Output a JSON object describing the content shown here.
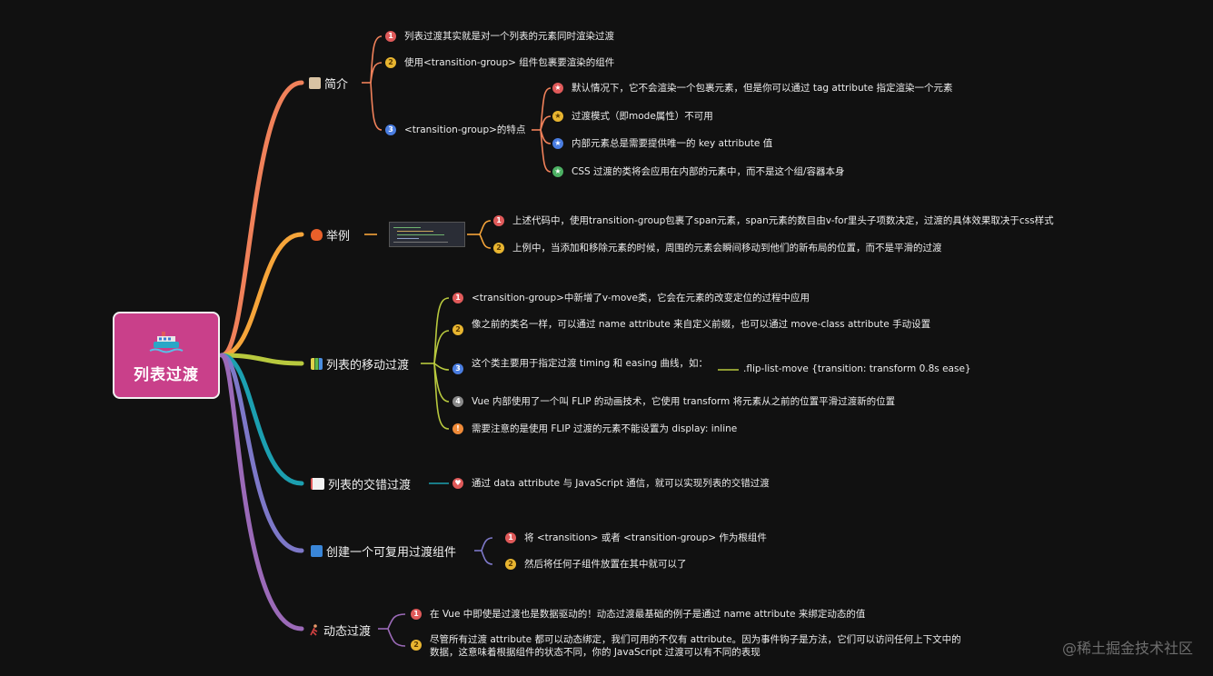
{
  "root": {
    "title": "列表过渡"
  },
  "branches": [
    {
      "title": "简介",
      "items": [
        {
          "badge": "1",
          "text": "列表过渡其实就是对一个列表的元素同时渲染过渡"
        },
        {
          "badge": "2",
          "text": "使用<transition-group> 组件包裹要渲染的组件"
        },
        {
          "badge": "3",
          "text": "<transition-group>的特点",
          "children": [
            {
              "badge": "★",
              "text": "默认情况下，它不会渲染一个包裹元素，但是你可以通过 tag attribute 指定渲染一个元素"
            },
            {
              "badge": "★",
              "text": "过渡模式（即mode属性）不可用"
            },
            {
              "badge": "★",
              "text": "内部元素总是需要提供唯一的 key attribute 值"
            },
            {
              "badge": "★",
              "text": "CSS 过渡的类将会应用在内部的元素中，而不是这个组/容器本身"
            }
          ]
        }
      ]
    },
    {
      "title": "举例",
      "items": [
        {
          "badge": "1",
          "text": "上述代码中，使用transition-group包裹了span元素，span元素的数目由v-for里头子项数决定，过渡的具体效果取决于css样式"
        },
        {
          "badge": "2",
          "text": "上例中，当添加和移除元素的时候，周围的元素会瞬间移动到他们的新布局的位置，而不是平滑的过渡"
        }
      ]
    },
    {
      "title": "列表的移动过渡",
      "items": [
        {
          "badge": "1",
          "text": "<transition-group>中新增了v-move类，它会在元素的改变定位的过程中应用"
        },
        {
          "badge": "2",
          "text": "像之前的类名一样，可以通过 name attribute 来自定义前缀，也可以通过 move-class attribute 手动设置"
        },
        {
          "badge": "3",
          "text": "这个类主要用于指定过渡 timing 和 easing 曲线，如：",
          "child": ".flip-list-move {transition: transform 0.8s ease}"
        },
        {
          "badge": "4",
          "text": "Vue 内部使用了一个叫 FLIP 的动画技术，它使用 transform 将元素从之前的位置平滑过渡新的位置"
        },
        {
          "badge": "!",
          "text": "需要注意的是使用 FLIP 过渡的元素不能设置为 display: inline"
        }
      ]
    },
    {
      "title": "列表的交错过渡",
      "items": [
        {
          "badge": "♥",
          "text": "通过 data attribute 与 JavaScript 通信，就可以实现列表的交错过渡"
        }
      ]
    },
    {
      "title": "创建一个可复用过渡组件",
      "items": [
        {
          "badge": "1",
          "text": "将 <transition> 或者 <transition-group> 作为根组件"
        },
        {
          "badge": "2",
          "text": "然后将任何子组件放置在其中就可以了"
        }
      ]
    },
    {
      "title": "动态过渡",
      "items": [
        {
          "badge": "1",
          "text": "在 Vue 中即使是过渡也是数据驱动的！动态过渡最基础的例子是通过 name attribute 来绑定动态的值"
        },
        {
          "badge": "2",
          "text": "尽管所有过渡 attribute 都可以动态绑定，我们可用的不仅有 attribute。因为事件钩子是方法，它们可以访问任何上下文中的数据，这意味着根据组件的状态不同，你的 JavaScript 过渡可以有不同的表现"
        }
      ]
    }
  ],
  "icons": {
    "root": "ship-icon",
    "b0": "person-icon",
    "b1": "fire-icon",
    "b2": "bar-chart-icon",
    "b3": "line-chart-icon",
    "b4": "refresh-icon",
    "b5": "runner-icon"
  },
  "watermark": "@稀土掘金技术社区",
  "colors": {
    "background": "#111111",
    "root": "#c9408a",
    "b0": "#f0815a",
    "b1": "#f6a53a",
    "b2": "#b8c93e",
    "b3": "#1c9fb0",
    "b4": "#7d78c8",
    "b5": "#9b6ab8"
  }
}
